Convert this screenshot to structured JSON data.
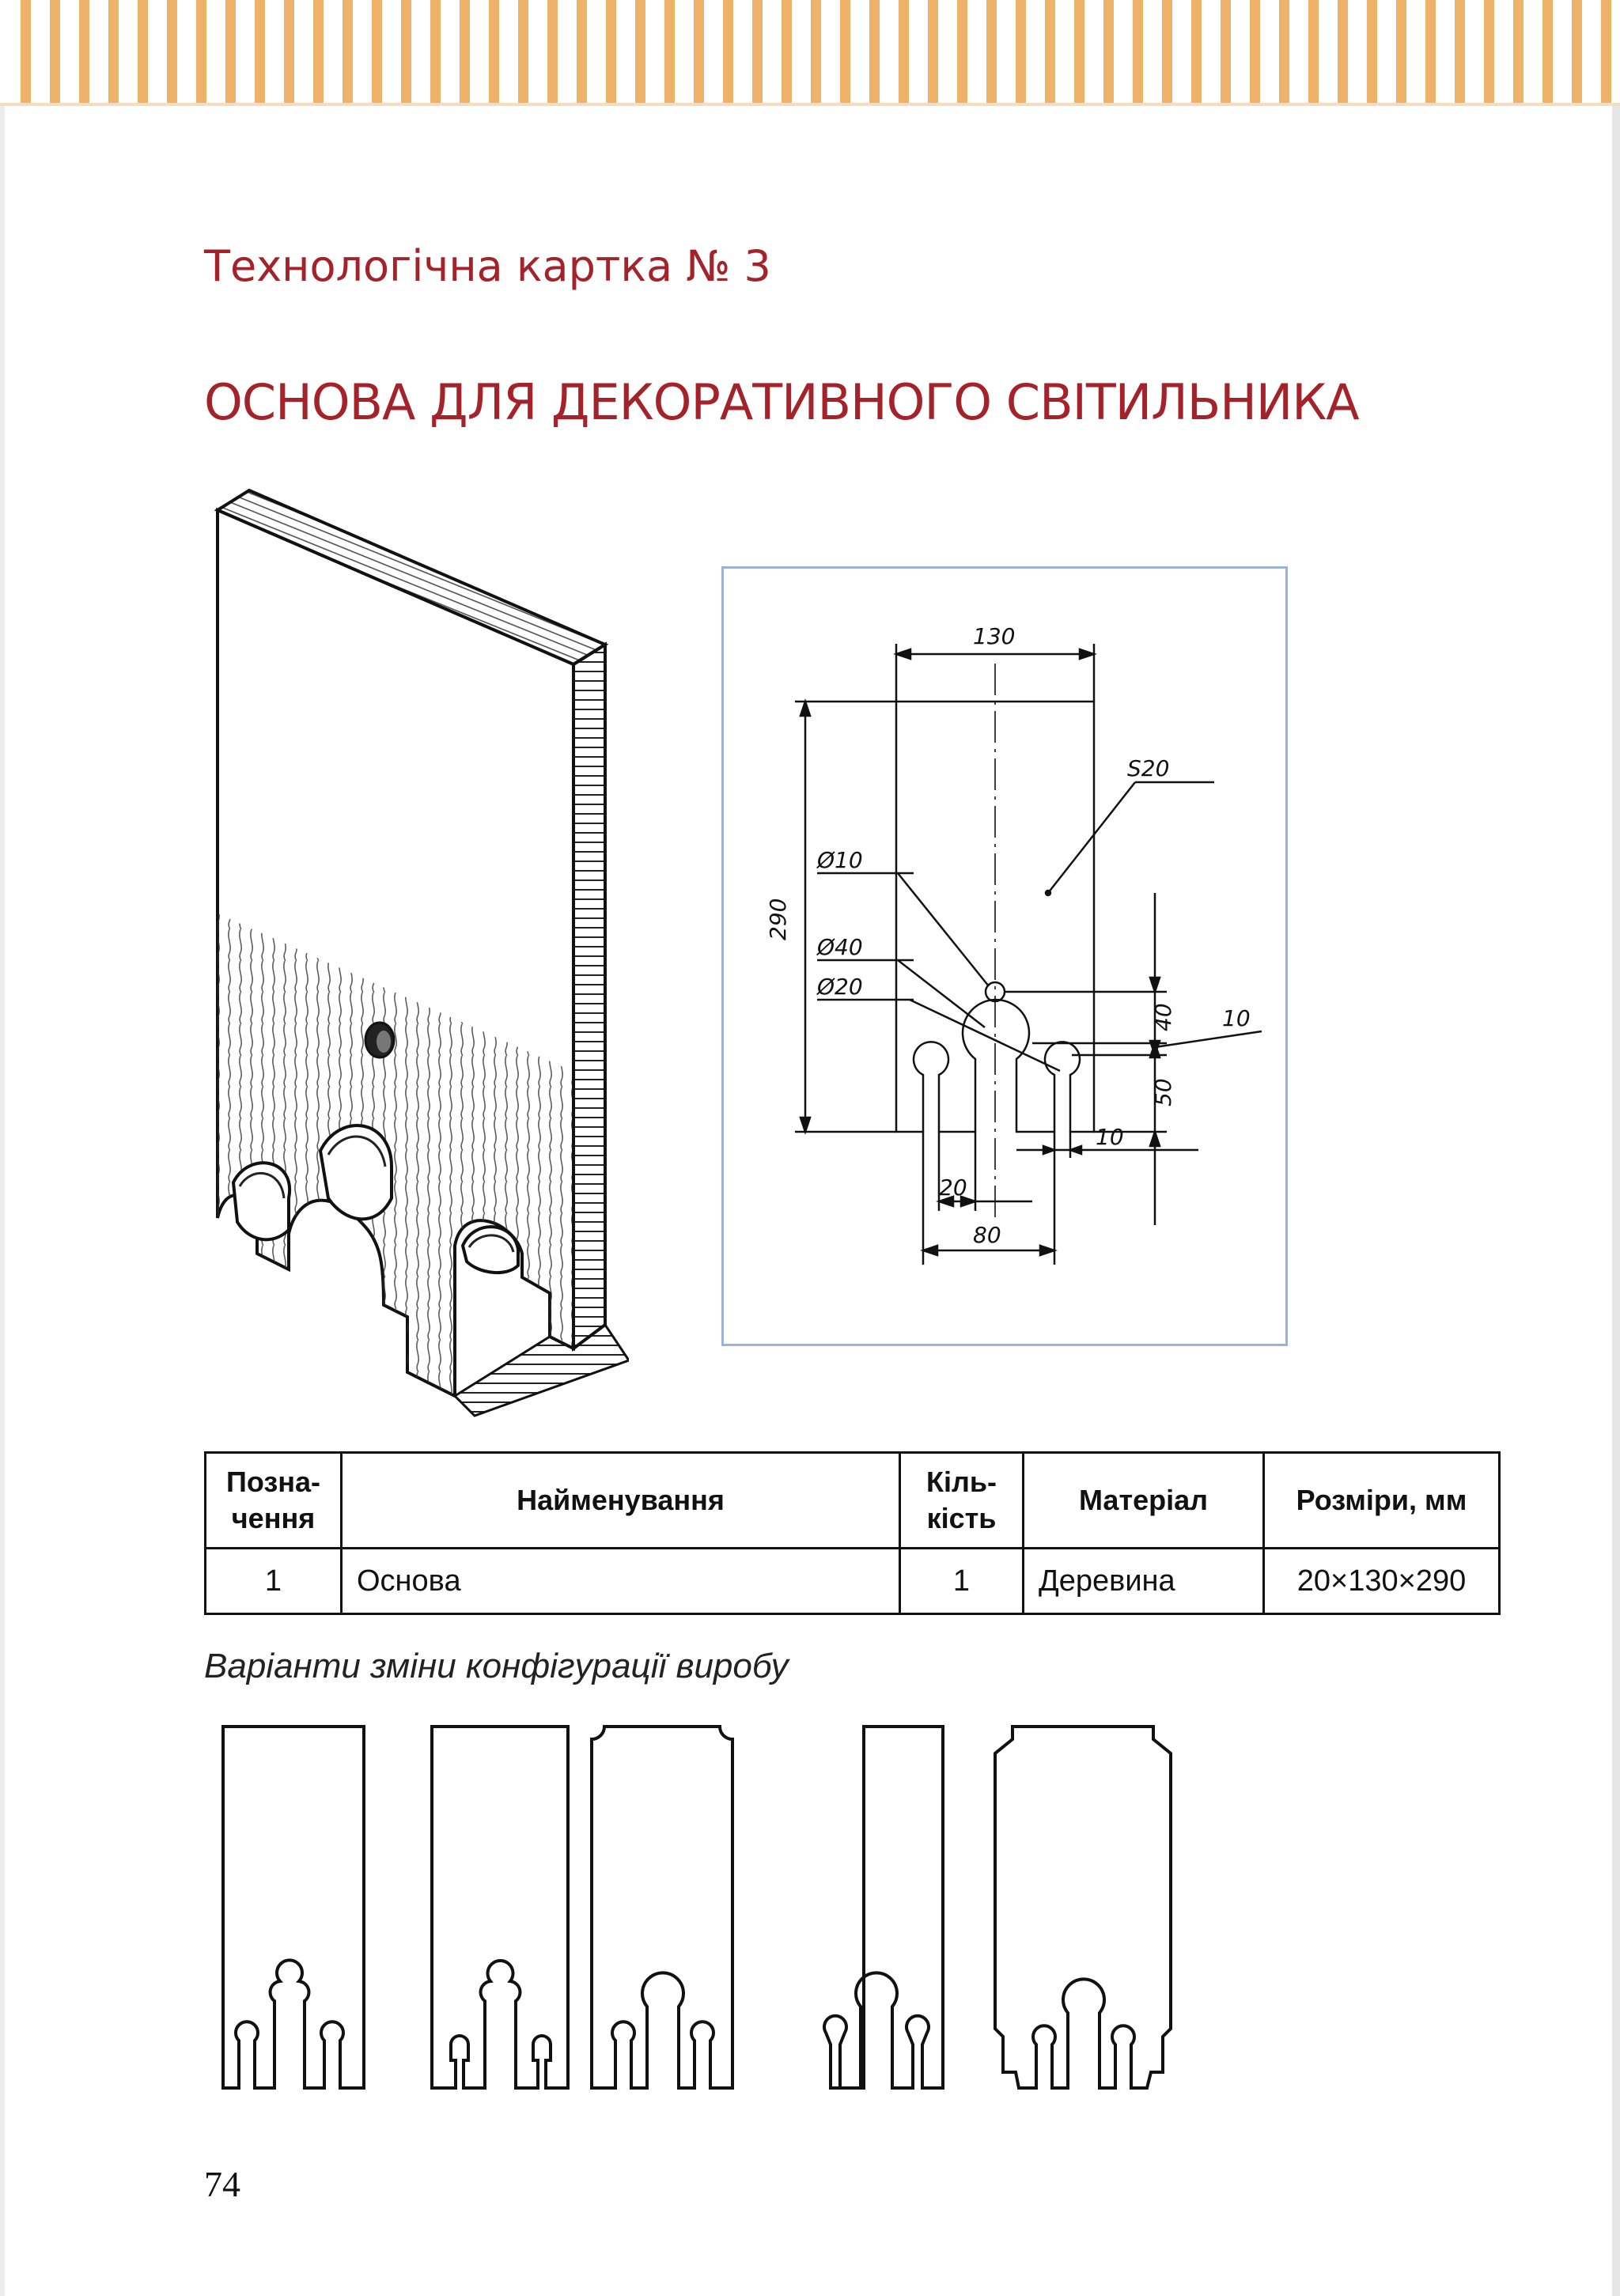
{
  "header": {
    "card_number": "Технологічна картка № 3",
    "title": "ОСНОВА ДЛЯ ДЕКОРАТИВНОГО СВІТИЛЬНИКА"
  },
  "drawing": {
    "dimensions": {
      "width": "130",
      "height": "290",
      "thickness": "S20",
      "hole_small": "Ø10",
      "hole_large": "Ø40",
      "hole_side": "Ø20",
      "right_upper": "40",
      "right_gap": "10",
      "right_lower": "50",
      "bottom_right": "10",
      "bottom_inner": "20",
      "bottom_outer": "80"
    }
  },
  "spec_table": {
    "headers": {
      "designation": "Позна-\nчення",
      "name": "Найменування",
      "quantity": "Кіль-\nкість",
      "material": "Матеріал",
      "sizes": "Розміри, мм"
    },
    "rows": [
      {
        "designation": "1",
        "name": "Основа",
        "quantity": "1",
        "material": "Деревина",
        "sizes": "20×130×290"
      }
    ]
  },
  "variants": {
    "caption": "Варіанти зміни конфігурації виробу"
  },
  "footer": {
    "page_number": "74"
  },
  "colors": {
    "title": "#a4222a",
    "stripe": "#efb26a",
    "frame": "#9bb3d8"
  }
}
